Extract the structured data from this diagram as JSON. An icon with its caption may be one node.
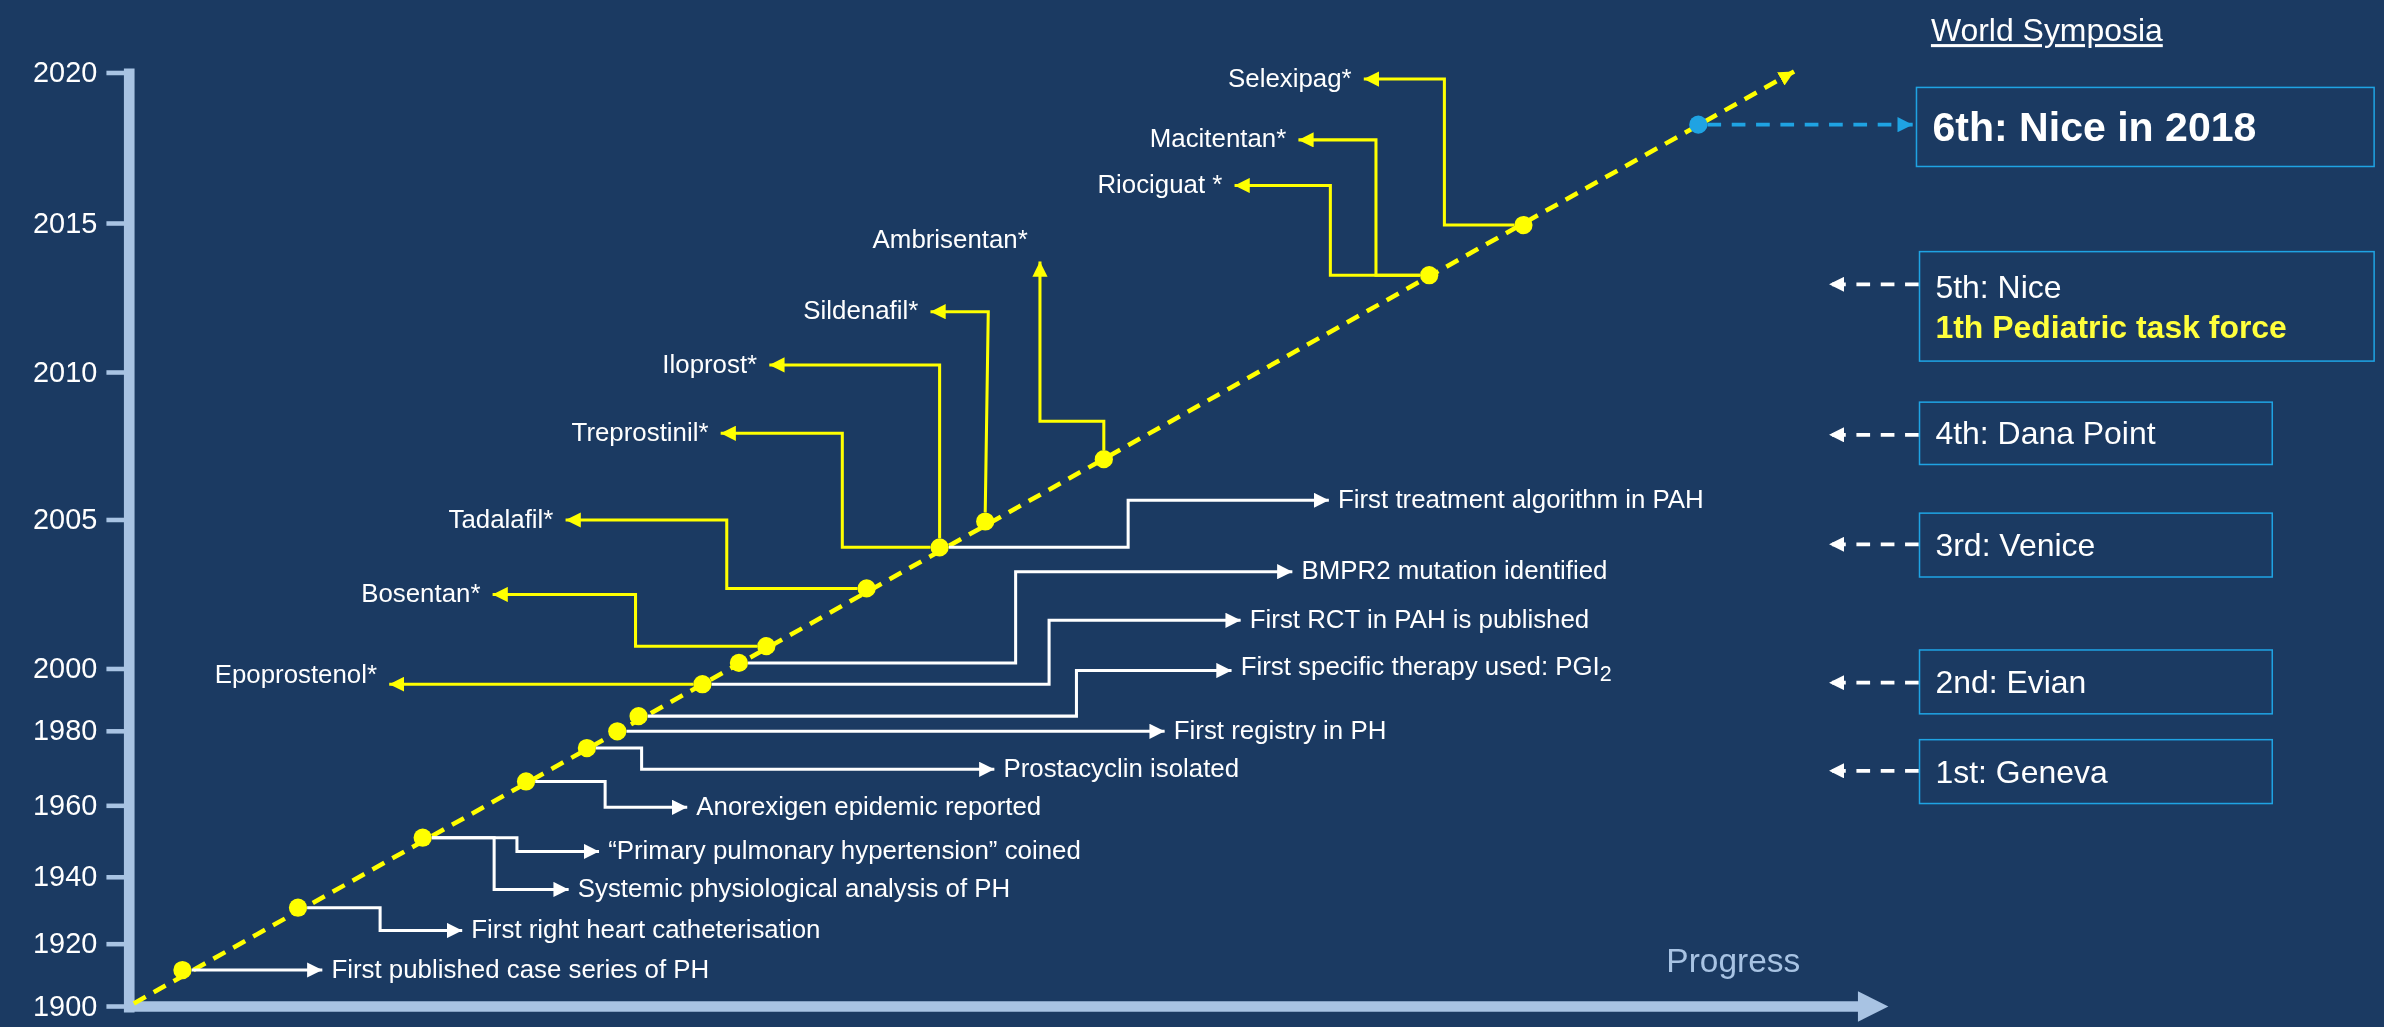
{
  "diagram": {
    "nodes": [
      {
        "text": [],
        "shape": "circle"
      },
      {
        "text": [],
        "shape": "circle"
      },
      {
        "text": [],
        "shape": "circle"
      },
      {
        "text": [],
        "shape": "circle"
      },
      {
        "text": [],
        "shape": "circle"
      },
      {
        "text": [],
        "shape": "circle"
      },
      {
        "text": [],
        "shape": "circle"
      },
      {
        "text": [],
        "shape": "circle"
      },
      {
        "text": [],
        "shape": "circle"
      },
      {
        "text": [],
        "shape": "circle"
      },
      {
        "text": [],
        "shape": "circle"
      },
      {
        "text": [],
        "shape": "circle"
      },
      {
        "text": [],
        "shape": "circle"
      },
      {
        "text": [],
        "shape": "circle"
      },
      {
        "text": [],
        "shape": "circle"
      },
      {
        "text": [],
        "shape": "circle"
      },
      {
        "text": [],
        "shape": "circle"
      },
      {
        "text": [
          "First published case series of PH"
        ]
      },
      {
        "text": [
          "First right heart catheterisation"
        ]
      },
      {
        "text": [
          "“Primary pulmonary hypertension” coined"
        ]
      },
      {
        "text": [
          "Systemic physiological analysis of PH"
        ]
      },
      {
        "text": [
          "Anorexigen epidemic reported"
        ]
      },
      {
        "text": [
          "Prostacyclin isolated"
        ]
      },
      {
        "text": [
          "First registry in PH"
        ]
      },
      {
        "text": [
          "First specific therapy used: PGI$_{2}$"
        ]
      },
      {
        "text": [
          "First RCT in PAH is published"
        ]
      },
      {
        "text": [
          "BMPR2 mutation identified"
        ]
      },
      {
        "text": [
          "First treatment algorithm in PAH"
        ]
      },
      {
        "text": [
          "Epoprostenol*"
        ]
      },
      {
        "text": [
          "Bosentan*"
        ]
      },
      {
        "text": [
          "Tadalafil*"
        ]
      },
      {
        "text": [
          "Treprostinil*"
        ]
      },
      {
        "text": [
          "Iloprost*"
        ]
      },
      {
        "text": [
          "Sildenafil*"
        ]
      },
      {
        "text": [
          "Ambrisentan*"
        ]
      },
      {
        "text": [
          "Riociguat *"
        ]
      },
      {
        "text": [
          "Macitentan*"
        ]
      },
      {
        "text": [
          "Selexipag*"
        ]
      },
      {
        "text": [
          "6th: Nice in 2018"
        ]
      },
      {
        "text": [
          "5th: Nice",
          "1th Pediatric task force"
        ]
      },
      {
        "text": [
          "4th: Dana Point"
        ]
      },
      {
        "text": [
          "3rd: Venice"
        ]
      },
      {
        "text": [
          "2nd: Evian"
        ]
      },
      {
        "text": [
          "1st: Geneva"
        ]
      }
    ],
    "edges": [
      {
        "from": 0,
        "to": 17,
        "arrow": "to"
      },
      {
        "from": 1,
        "to": 18,
        "arrow": "to"
      },
      {
        "from": 2,
        "to": 19,
        "arrow": "to"
      },
      {
        "from": 2,
        "to": 20,
        "arrow": "to"
      },
      {
        "from": 3,
        "to": 21,
        "arrow": "to"
      },
      {
        "from": 4,
        "to": 22,
        "arrow": "to"
      },
      {
        "from": 5,
        "to": 23,
        "arrow": "to"
      },
      {
        "from": 6,
        "to": 24,
        "arrow": "to"
      },
      {
        "from": 7,
        "to": 25,
        "arrow": "to"
      },
      {
        "from": 7,
        "to": 28,
        "arrow": "to",
        "color": "#ffff00"
      },
      {
        "from": 8,
        "to": 26,
        "arrow": "to"
      },
      {
        "from": 9,
        "to": 29,
        "arrow": "to",
        "color": "#ffff00"
      },
      {
        "from": 10,
        "to": 30,
        "arrow": "to",
        "color": "#ffff00"
      },
      {
        "from": 11,
        "to": 31,
        "arrow": "to",
        "color": "#ffff00"
      },
      {
        "from": 11,
        "to": 32,
        "arrow": "to",
        "color": "#ffff00"
      },
      {
        "from": 11,
        "to": 27,
        "arrow": "to"
      },
      {
        "from": 12,
        "to": 33,
        "arrow": "to",
        "color": "#ffff00"
      },
      {
        "from": 13,
        "to": 34,
        "arrow": "to",
        "color": "#ffff00"
      },
      {
        "from": 14,
        "to": 35,
        "arrow": "to",
        "color": "#ffff00"
      },
      {
        "from": 14,
        "to": 36,
        "arrow": "to",
        "color": "#ffff00"
      },
      {
        "from": 15,
        "to": 37,
        "arrow": "to",
        "color": "#ffff00"
      },
      {
        "from": 16,
        "to": 38,
        "arrow": "to",
        "style": "dashed",
        "color": "#1fa3e3"
      },
      {
        "from": 39,
        "to": null,
        "arrow": "to",
        "style": "dashed"
      },
      {
        "from": 40,
        "to": null,
        "arrow": "to",
        "style": "dashed"
      },
      {
        "from": 41,
        "to": null,
        "arrow": "to",
        "style": "dashed"
      },
      {
        "from": 42,
        "to": null,
        "arrow": "to",
        "style": "dashed"
      },
      {
        "from": 43,
        "to": null,
        "arrow": "to",
        "style": "dashed"
      }
    ],
    "labels": [
      "World Symposia",
      "2020",
      "2015",
      "2010",
      "2005",
      "2000",
      "1980",
      "1960",
      "1940",
      "1920",
      "1900",
      "Progress"
    ]
  }
}
